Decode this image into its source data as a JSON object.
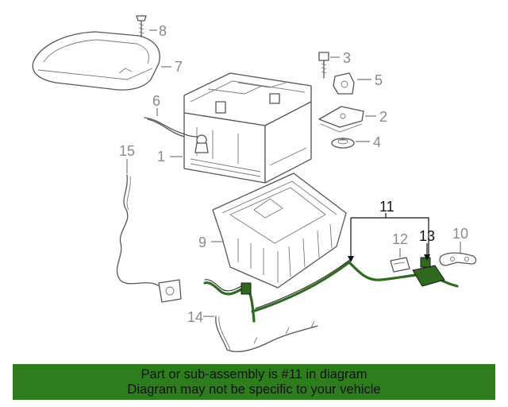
{
  "callouts": {
    "c1": "1",
    "c2": "2",
    "c3": "3",
    "c4": "4",
    "c5": "5",
    "c6": "6",
    "c7": "7",
    "c8": "8",
    "c9": "9",
    "c10": "10",
    "c11": "11",
    "c12": "12",
    "c13": "13",
    "c14": "14",
    "c15": "15"
  },
  "highlight": {
    "harness_color": "#2e6b1f",
    "accent": "#2e7d1c"
  },
  "banner": {
    "line1": "Part or sub-assembly is #11 in diagram",
    "line2": "Diagram may not be specific to your vehicle",
    "color": "#2e7d1c"
  }
}
